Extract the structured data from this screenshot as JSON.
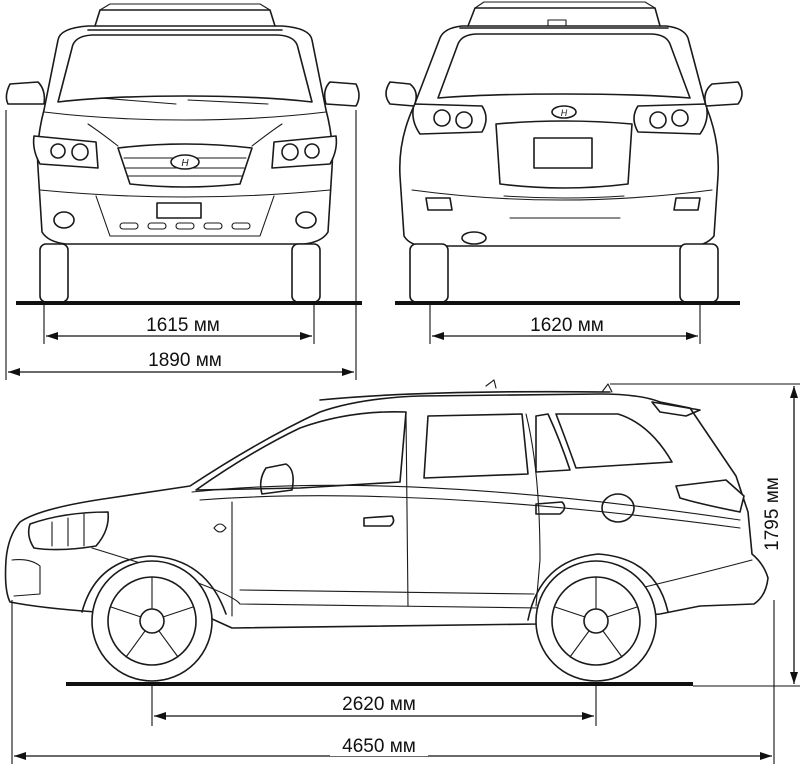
{
  "dimensions": {
    "front_track": "1615 мм",
    "overall_width": "1890 мм",
    "rear_track": "1620 мм",
    "height": "1795 мм",
    "wheelbase": "2620 мм",
    "overall_length": "4650 мм"
  },
  "colors": {
    "line": "#1a1a1a",
    "background": "#ffffff"
  }
}
